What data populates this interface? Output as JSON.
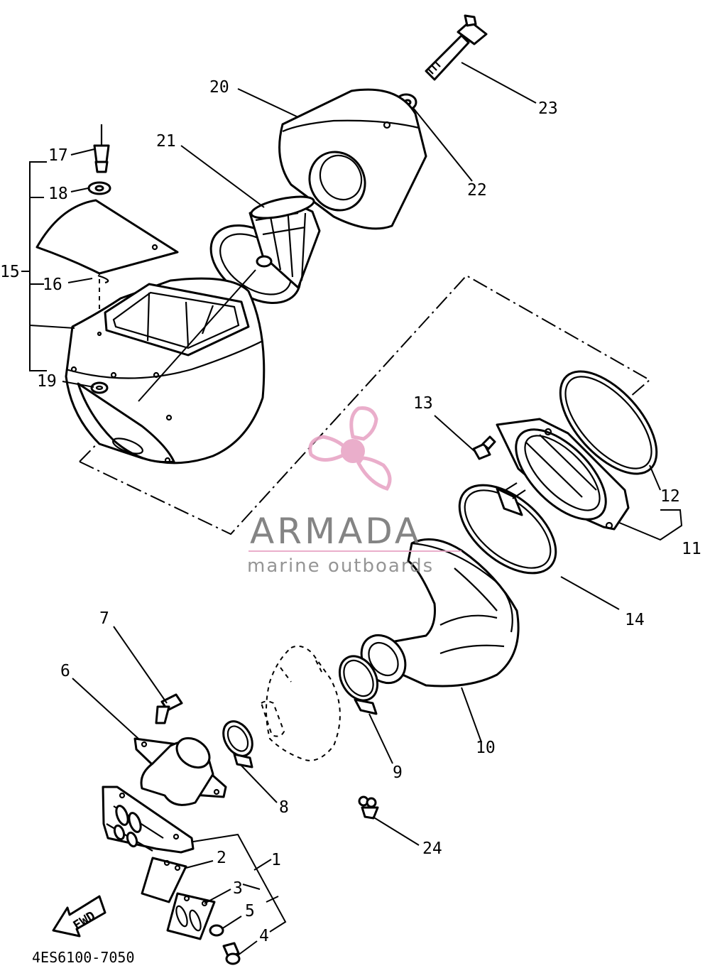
{
  "labels": [
    {
      "id": "1",
      "text": "1"
    },
    {
      "id": "2",
      "text": "2"
    },
    {
      "id": "3",
      "text": "3"
    },
    {
      "id": "4",
      "text": "4"
    },
    {
      "id": "5",
      "text": "5"
    },
    {
      "id": "6",
      "text": "6"
    },
    {
      "id": "7",
      "text": "7"
    },
    {
      "id": "8",
      "text": "8"
    },
    {
      "id": "9",
      "text": "9"
    },
    {
      "id": "10",
      "text": "10"
    },
    {
      "id": "11",
      "text": "11"
    },
    {
      "id": "12",
      "text": "12"
    },
    {
      "id": "13",
      "text": "13"
    },
    {
      "id": "14",
      "text": "14"
    },
    {
      "id": "15",
      "text": "15"
    },
    {
      "id": "16",
      "text": "16"
    },
    {
      "id": "17",
      "text": "17"
    },
    {
      "id": "18",
      "text": "18"
    },
    {
      "id": "19",
      "text": "19"
    },
    {
      "id": "20",
      "text": "20"
    },
    {
      "id": "21",
      "text": "21"
    },
    {
      "id": "22",
      "text": "22"
    },
    {
      "id": "23",
      "text": "23"
    },
    {
      "id": "24",
      "text": "24"
    }
  ],
  "diagram_code": "4ES6100-7050",
  "fwd_arrow": "FWD",
  "watermark": {
    "brand": "ARMADA",
    "tagline": "marine outboards",
    "accent_color": "#e8a6c6"
  }
}
